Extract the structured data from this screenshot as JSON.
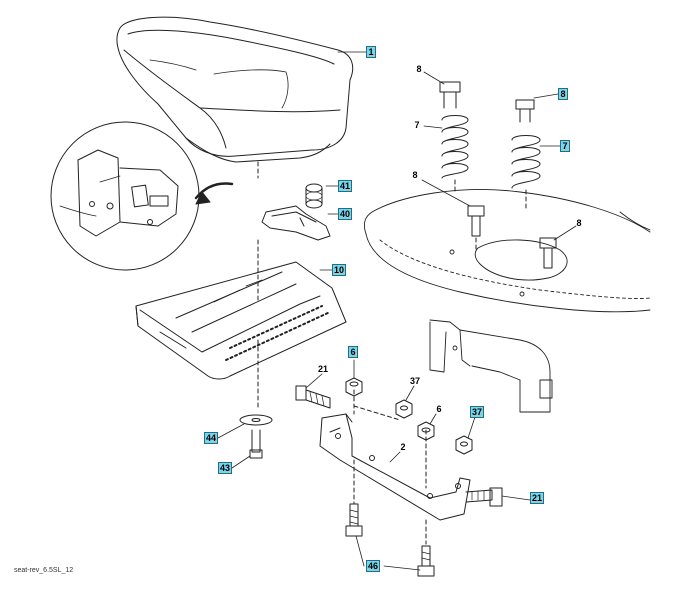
{
  "figure": {
    "code": "seat-rev_6.5SL_12",
    "line_color": "#222222",
    "callout_fill": "#7fd3e6",
    "callout_border": "#1b6f86"
  },
  "callouts": [
    {
      "id": "c-1",
      "text": "1",
      "boxed": true
    },
    {
      "id": "c-8a",
      "text": "8",
      "boxed": false
    },
    {
      "id": "c-8b",
      "text": "8",
      "boxed": true
    },
    {
      "id": "c-7a",
      "text": "7",
      "boxed": false
    },
    {
      "id": "c-7b",
      "text": "7",
      "boxed": true
    },
    {
      "id": "c-8c",
      "text": "8",
      "boxed": false
    },
    {
      "id": "c-8d",
      "text": "8",
      "boxed": false
    },
    {
      "id": "c-41",
      "text": "41",
      "boxed": true
    },
    {
      "id": "c-40",
      "text": "40",
      "boxed": true
    },
    {
      "id": "c-10",
      "text": "10",
      "boxed": true
    },
    {
      "id": "c-6a",
      "text": "6",
      "boxed": true
    },
    {
      "id": "c-21a",
      "text": "21",
      "boxed": false
    },
    {
      "id": "c-37a",
      "text": "37",
      "boxed": false
    },
    {
      "id": "c-6b",
      "text": "6",
      "boxed": false
    },
    {
      "id": "c-37b",
      "text": "37",
      "boxed": true
    },
    {
      "id": "c-2",
      "text": "2",
      "boxed": false
    },
    {
      "id": "c-44",
      "text": "44",
      "boxed": true
    },
    {
      "id": "c-43",
      "text": "43",
      "boxed": true
    },
    {
      "id": "c-21b",
      "text": "21",
      "boxed": true
    },
    {
      "id": "c-46",
      "text": "46",
      "boxed": true
    }
  ]
}
